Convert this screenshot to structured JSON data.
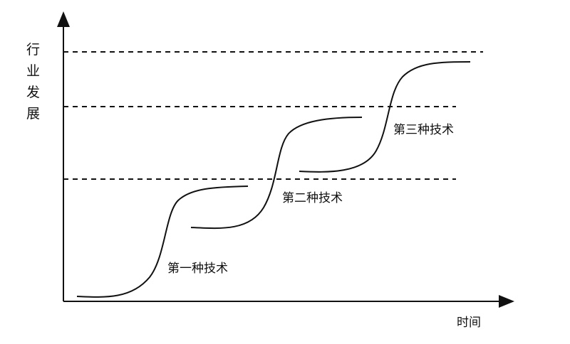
{
  "diagram": {
    "y_axis_label_chars": [
      "行",
      "业",
      "发",
      "展"
    ],
    "x_axis_label": "时间",
    "technologies": [
      {
        "label": "第一种技术"
      },
      {
        "label": "第二种技术"
      },
      {
        "label": "第三种技术"
      }
    ],
    "reference_lines": 3,
    "line_color": "#111111",
    "dash_style": "dashed"
  }
}
